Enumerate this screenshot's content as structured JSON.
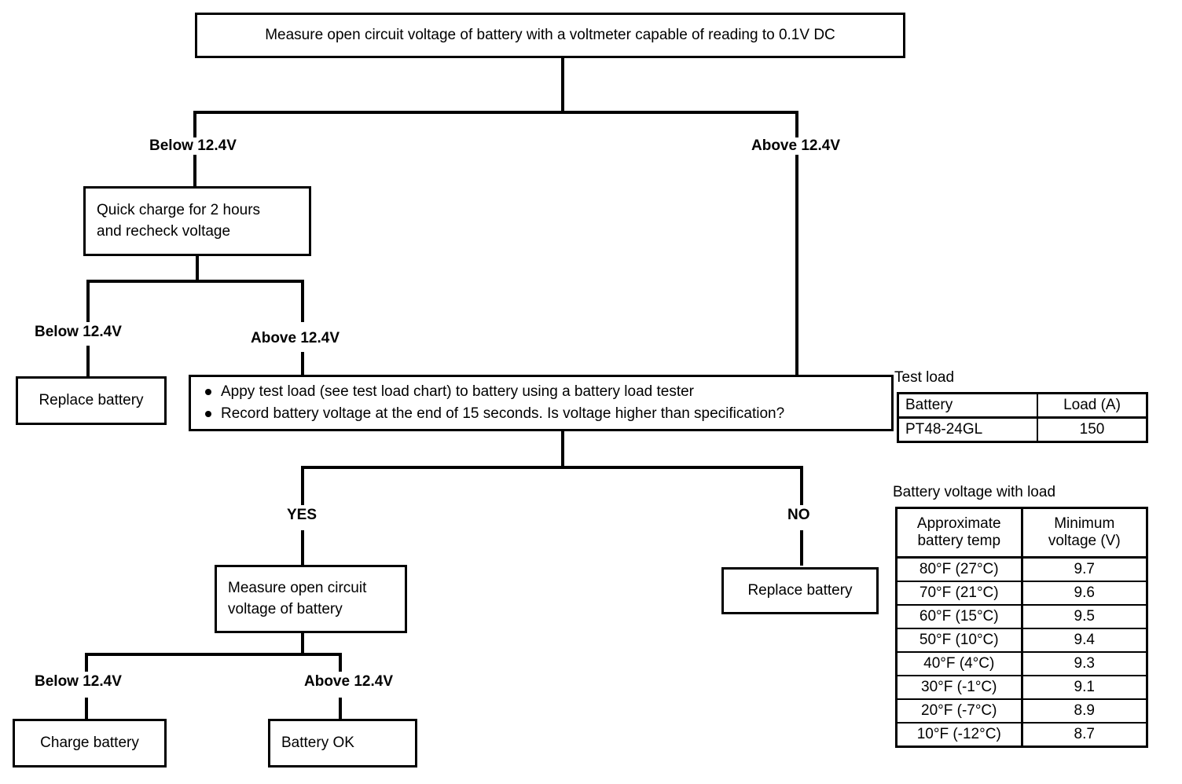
{
  "flow": {
    "start_box": "Measure open circuit voltage of battery with a voltmeter capable of reading  to 0.1V DC",
    "branch1_left": "Below 12.4V",
    "branch1_right": "Above 12.4V",
    "quick_charge_l1": "Quick charge for 2 hours",
    "quick_charge_l2": "and recheck voltage",
    "branch2_left": "Below 12.4V",
    "branch2_right": "Above 12.4V",
    "replace_battery_1": "Replace battery",
    "test_bullet_1": "Appy test load (see test load chart) to battery using a battery load tester",
    "test_bullet_2": "Record battery voltage at the end of 15 seconds. Is voltage higher than specification?",
    "branch3_yes": "YES",
    "branch3_no": "NO",
    "measure_ocv_l1": "Measure open circuit",
    "measure_ocv_l2": "voltage of battery",
    "replace_battery_2": "Replace battery",
    "branch4_left": "Below 12.4V",
    "branch4_right": "Above 12.4V",
    "charge_battery": "Charge battery",
    "battery_ok": "Battery OK"
  },
  "test_load_table": {
    "caption": "Test load",
    "headers": [
      "Battery",
      "Load (A)"
    ],
    "rows": [
      [
        "PT48-24GL",
        "150"
      ]
    ]
  },
  "voltage_table": {
    "caption": "Battery voltage with load",
    "headers": [
      "Approximate",
      "battery temp",
      "Minimum",
      "voltage (V)"
    ],
    "header_col1_l1": "Approximate",
    "header_col1_l2": "battery temp",
    "header_col2_l1": "Minimum",
    "header_col2_l2": "voltage (V)",
    "rows": [
      [
        "80°F (27°C)",
        "9.7"
      ],
      [
        "70°F (21°C)",
        "9.6"
      ],
      [
        "60°F (15°C)",
        "9.5"
      ],
      [
        "50°F (10°C)",
        "9.4"
      ],
      [
        "40°F (4°C)",
        "9.3"
      ],
      [
        "30°F (-1°C)",
        "9.1"
      ],
      [
        "20°F (-7°C)",
        "8.9"
      ],
      [
        "10°F (-12°C)",
        "8.7"
      ]
    ]
  }
}
